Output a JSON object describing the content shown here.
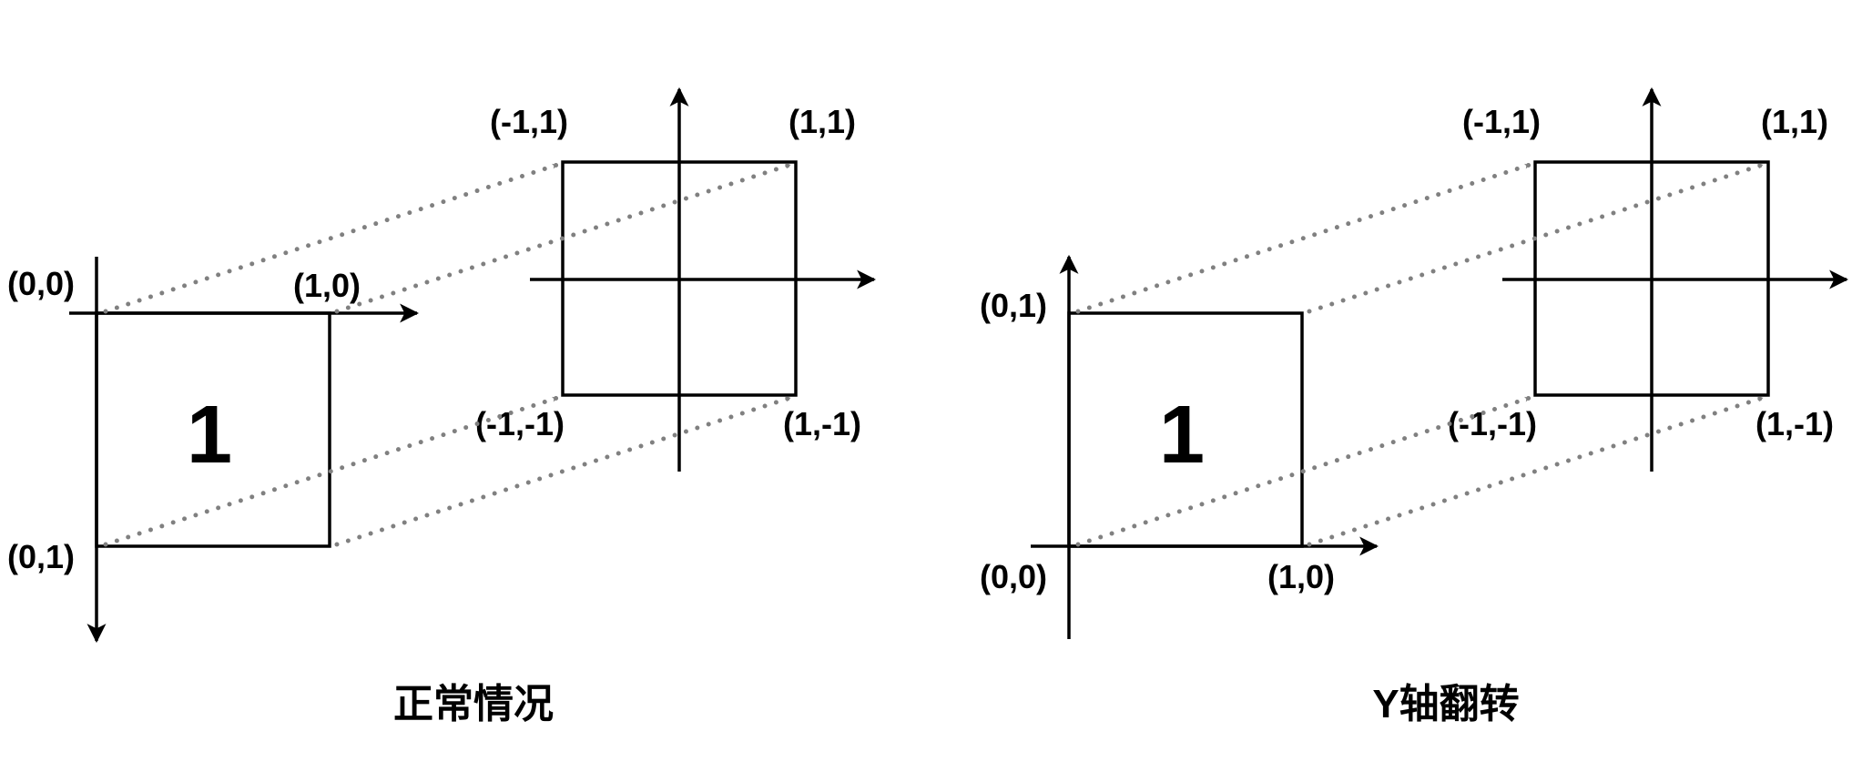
{
  "colors": {
    "ink": "#000000",
    "dotted_arrow": "#808080",
    "background": "#ffffff"
  },
  "panels": [
    {
      "caption": "正常情况",
      "square_number": "1",
      "uv_labels": {
        "top_left": "(0,0)",
        "top_right": "(1,0)",
        "bottom_left": "(0,1)"
      },
      "ndc_labels": {
        "top_left": "(-1,1)",
        "top_right": "(1,1)",
        "bottom_left": "(-1,-1)",
        "bottom_right": "(1,-1)"
      }
    },
    {
      "caption": "Y轴翻转",
      "square_number": "1",
      "uv_labels": {
        "top_left": "(0,1)",
        "bottom_left": "(0,0)",
        "bottom_right": "(1,0)"
      },
      "ndc_labels": {
        "top_left": "(-1,1)",
        "top_right": "(1,1)",
        "bottom_left": "(-1,-1)",
        "bottom_right": "(1,-1)"
      }
    }
  ]
}
